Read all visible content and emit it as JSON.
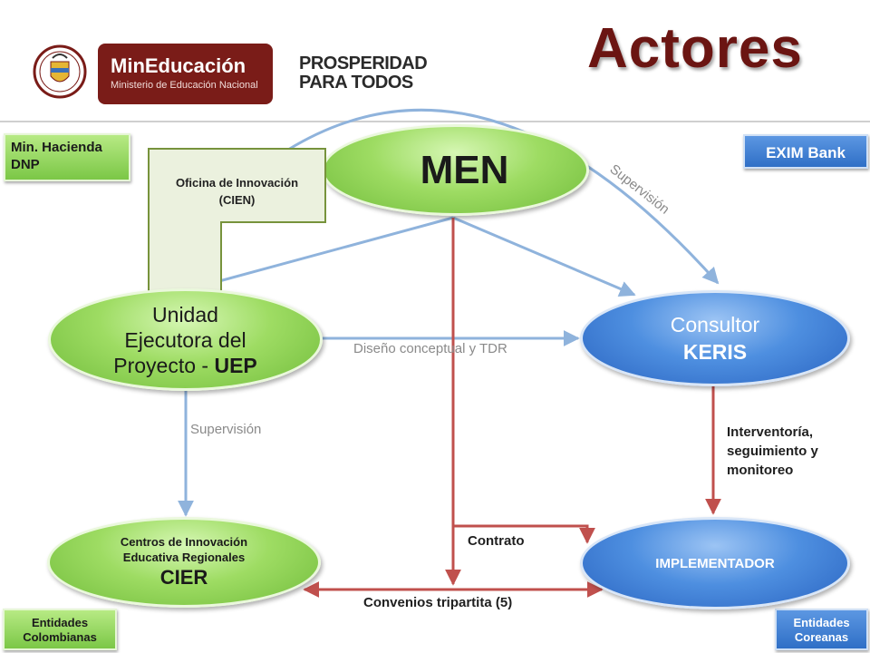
{
  "header": {
    "title": "Actores",
    "logo_text": "MinEducación",
    "logo_subtitle": "Ministerio de Educación Nacional",
    "slogan_line1": "PROSPERIDAD",
    "slogan_line2": "PARA TODOS"
  },
  "corner_boxes": {
    "top_left_line1": "Min. Hacienda",
    "top_left_line2": "DNP",
    "top_right": "EXIM Bank",
    "bottom_left_line1": "Entidades",
    "bottom_left_line2": "Colombianas",
    "bottom_right_line1": "Entidades",
    "bottom_right_line2": "Coreanas"
  },
  "nodes": {
    "men": "MEN",
    "oficina_line1": "Oficina de Innovación",
    "oficina_line2": "(CIEN)",
    "uep_line1": "Unidad",
    "uep_line2": "Ejecutora del",
    "uep_line3_a": "Proyecto - ",
    "uep_line3_b": "UEP",
    "keris_line1": "Consultor",
    "keris_line2": "KERIS",
    "cier_line1": "Centros de Innovación",
    "cier_line2": "Educativa Regionales",
    "cier_line3": "CIER",
    "implementador": "IMPLEMENTADOR"
  },
  "edges": {
    "supervision_top": "Supervisión",
    "diseno": "Diseño conceptual y TDR",
    "supervision_left": "Supervisión",
    "interventoria_line1": "Interventoría,",
    "interventoria_line2": "seguimiento y",
    "interventoria_line3": "monitoreo",
    "contrato": "Contrato",
    "convenios": "Convenios tripartita (5)"
  },
  "colors": {
    "title": "#6b1512",
    "blue_arrow": "#8fb3dc",
    "red_arrow": "#c0504d",
    "green_node": "#9edc63",
    "blue_node": "#4e8fe0",
    "logo_bg": "#7a1c18"
  },
  "icons": {
    "shield": "colombia-coat-of-arms-icon"
  }
}
